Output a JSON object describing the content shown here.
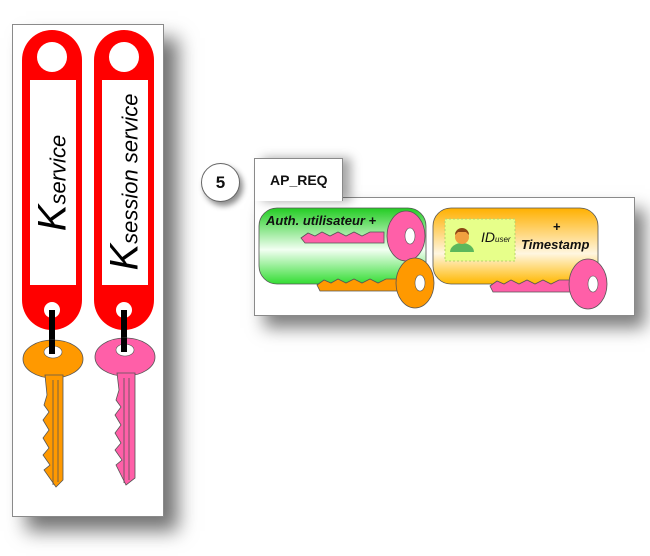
{
  "left_panel": {
    "tags": [
      {
        "symbol": "K",
        "subscript": "service",
        "tag_color": "#ff0000",
        "key_color": "#ff9900"
      },
      {
        "symbol": "K",
        "subscript": "session service",
        "tag_color": "#ff0000",
        "key_color": "#ff5fa8"
      }
    ]
  },
  "message": {
    "step": "5",
    "name": "AP_REQ",
    "ticket": {
      "label": "Auth. utilisateur +",
      "color": "#33dd33"
    },
    "authenticator": {
      "id_label": "ID",
      "id_subscript": "user",
      "plus": "+",
      "timestamp": "Timestamp",
      "color": "#ffb600"
    }
  },
  "colors": {
    "orange_key": "#ff9900",
    "pink_key": "#ff5fa8",
    "red_tag": "#ff0000"
  }
}
